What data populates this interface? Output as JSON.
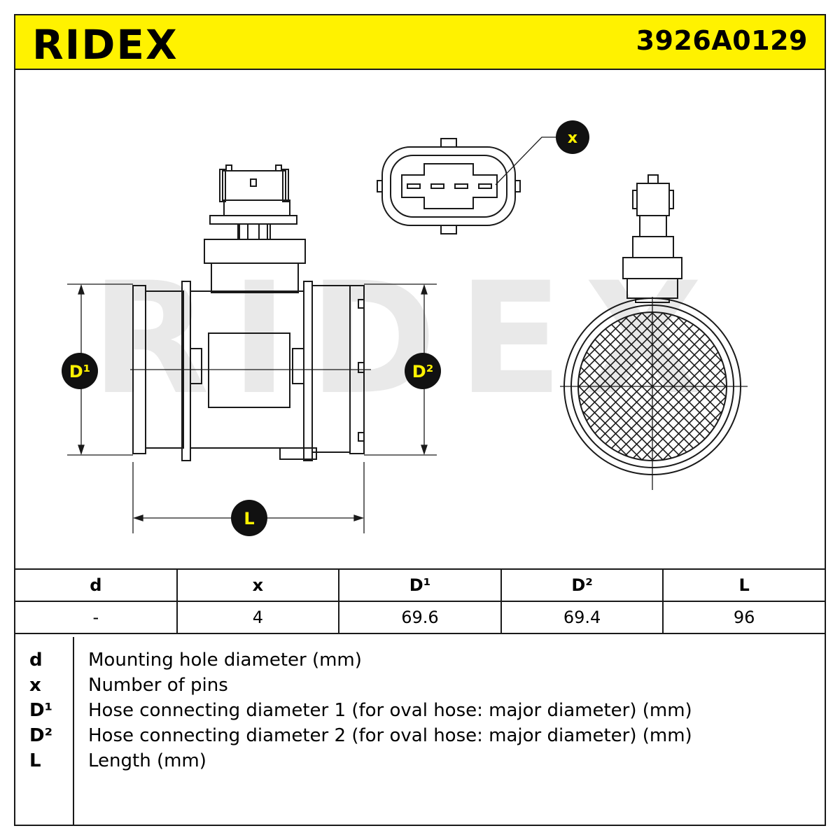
{
  "header": {
    "brand": "RIDEX",
    "part_number": "3926A0129",
    "accent_color": "#FFF200"
  },
  "diagram": {
    "labels": {
      "x": "x",
      "d1": "D¹",
      "d2": "D²",
      "l": "L"
    },
    "watermark": "RIDEX"
  },
  "table": {
    "headers": [
      "d",
      "x",
      "D¹",
      "D²",
      "L"
    ],
    "values": [
      "-",
      "4",
      "69.6",
      "69.4",
      "96"
    ]
  },
  "legend": [
    {
      "symbol": "d",
      "text": "Mounting hole diameter (mm)"
    },
    {
      "symbol": "x",
      "text": "Number of pins"
    },
    {
      "symbol": "D¹",
      "text": "Hose connecting diameter 1 (for oval hose: major diameter) (mm)"
    },
    {
      "symbol": "D²",
      "text": "Hose connecting diameter 2 (for oval hose: major diameter) (mm)"
    },
    {
      "symbol": "L",
      "text": "Length (mm)"
    }
  ]
}
